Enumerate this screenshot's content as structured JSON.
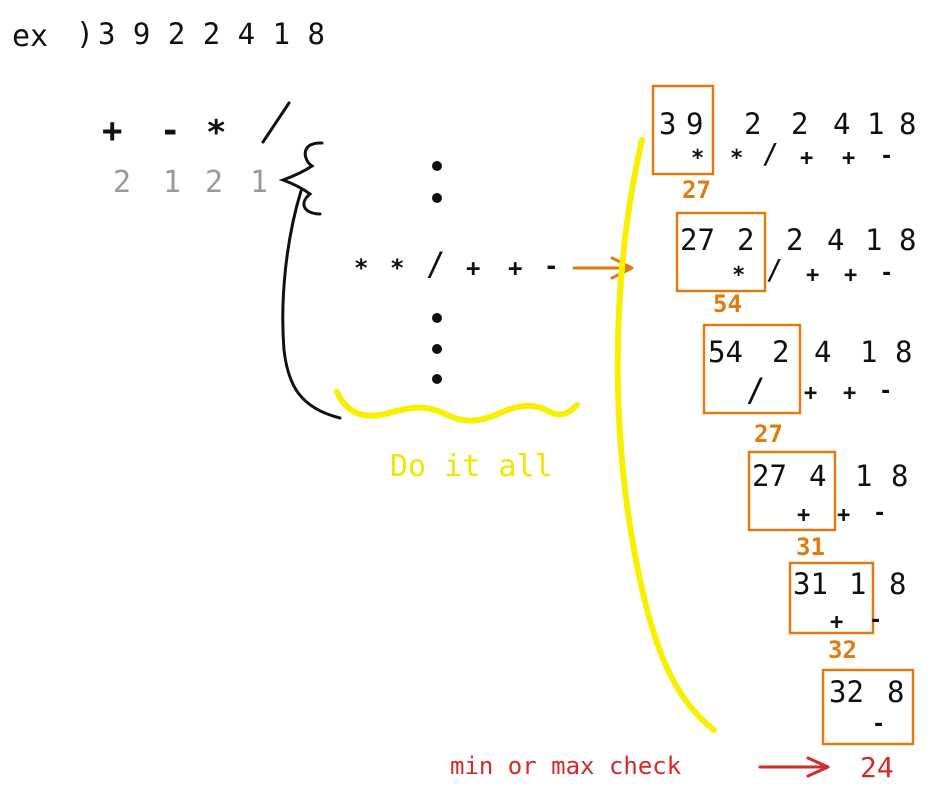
{
  "example": {
    "prefix": "ex",
    "paren": ")",
    "numbers": "3 9 2 2 4 1 8"
  },
  "operators": {
    "symbols": [
      "+",
      "-",
      "*",
      "/"
    ],
    "counts": [
      "2",
      "1",
      "2",
      "1"
    ]
  },
  "permutation": {
    "ops": [
      "*",
      "*",
      "/",
      "+",
      "+",
      "-"
    ]
  },
  "do_it_all": "Do it all",
  "steps": [
    {
      "nums": [
        "3",
        "9",
        "2",
        "2",
        "4",
        "1",
        "8"
      ],
      "ops": [
        "*",
        "*",
        "/",
        "+",
        "+",
        "-"
      ],
      "result": "27"
    },
    {
      "nums": [
        "27",
        "2",
        "2",
        "4",
        "1",
        "8"
      ],
      "ops": [
        "*",
        "/",
        "+",
        "+",
        "-"
      ],
      "result": "54"
    },
    {
      "nums": [
        "54",
        "2",
        "4",
        "1",
        "8"
      ],
      "ops": [
        "/",
        "+",
        "+",
        "-"
      ],
      "result": "27"
    },
    {
      "nums": [
        "27",
        "4",
        "1",
        "8"
      ],
      "ops": [
        "+",
        "+",
        "-"
      ],
      "result": "31"
    },
    {
      "nums": [
        "31",
        "1",
        "8"
      ],
      "ops": [
        "+",
        "-"
      ],
      "result": "32"
    },
    {
      "nums": [
        "32",
        "8"
      ],
      "ops": [
        "-"
      ],
      "result": ""
    }
  ],
  "final": {
    "label": "min or max check",
    "value": "24"
  },
  "colors": {
    "ink": "#111111",
    "gray": "#9a9a9a",
    "orange": "#e07b12",
    "yellow": "#f7f000",
    "red": "#d42a2a"
  }
}
